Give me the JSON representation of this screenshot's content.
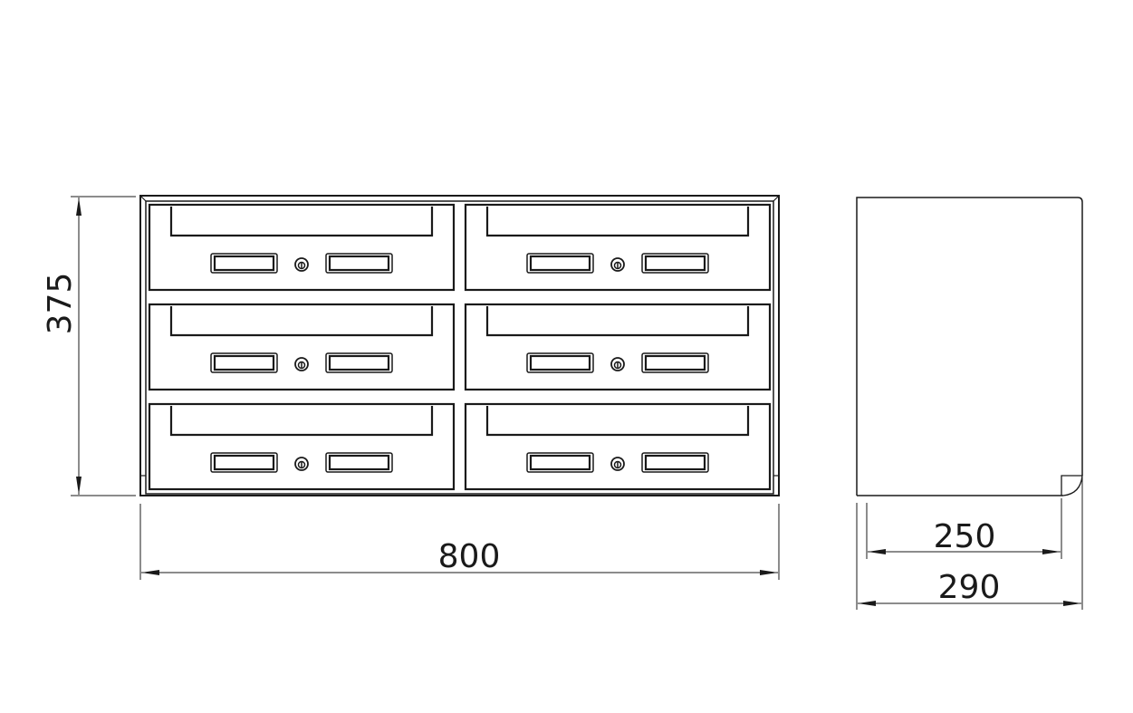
{
  "dimensions": {
    "height": "375",
    "width": "800",
    "depth_inner": "250",
    "depth_outer": "290"
  },
  "layout": {
    "rows": 3,
    "columns": 2
  },
  "colors": {
    "line": "#1a1a1a",
    "background": "#ffffff"
  }
}
